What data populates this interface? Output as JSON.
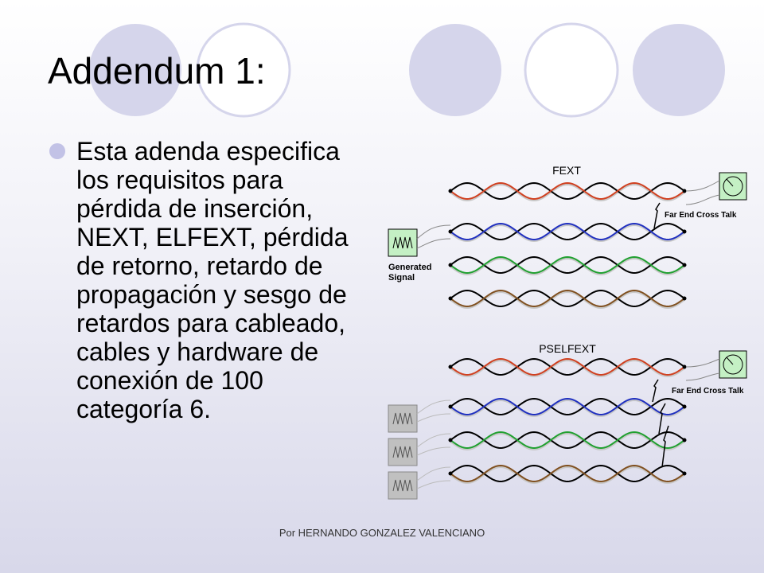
{
  "slide": {
    "title": "Addendum 1:",
    "bullet": "Esta adenda especifica los requisitos para pérdida de inserción, NEXT, ELFEXT, pérdida de retorno, retardo de propagación y sesgo de retardos para cableado, cables y hardware de conexión de 100 categoría 6.",
    "footer": "Por HERNANDO GONZALEZ VALENCIANO"
  },
  "colors": {
    "circle_fill": "#d5d5eb",
    "circle_outline": "#d5d5eb",
    "bullet": "#c2c2e6"
  },
  "diagram": {
    "fext": {
      "title": "FEXT",
      "generator_label_line1": "Generated",
      "generator_label_line2": "Signal",
      "crosstalk_label": "Far End Cross Talk",
      "pair_colors": [
        "#d04020",
        "#2030c0",
        "#20a030",
        "#805020"
      ]
    },
    "pselfext": {
      "title": "PSELFEXT",
      "crosstalk_label": "Far End Cross Talk",
      "pair_colors": [
        "#d04020",
        "#2030c0",
        "#20a030",
        "#805020"
      ]
    }
  }
}
